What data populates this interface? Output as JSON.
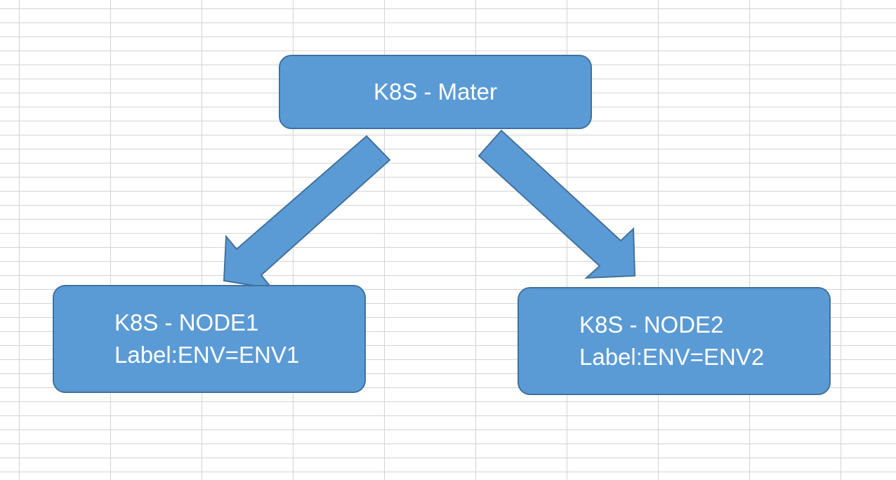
{
  "diagram": {
    "master": {
      "label": "K8S - Mater"
    },
    "nodes": [
      {
        "title": "K8S - NODE1",
        "label": "Label:ENV=ENV1"
      },
      {
        "title": "K8S - NODE2",
        "label": "Label:ENV=ENV2"
      }
    ],
    "edges": [
      {
        "from": "K8S - Mater",
        "to": "K8S - NODE1"
      },
      {
        "from": "K8S - Mater",
        "to": "K8S - NODE2"
      }
    ],
    "colors": {
      "box_fill": "#5b9bd5",
      "box_border": "#41719c",
      "text": "#ffffff",
      "gridlines": "#d4d4d4"
    }
  }
}
